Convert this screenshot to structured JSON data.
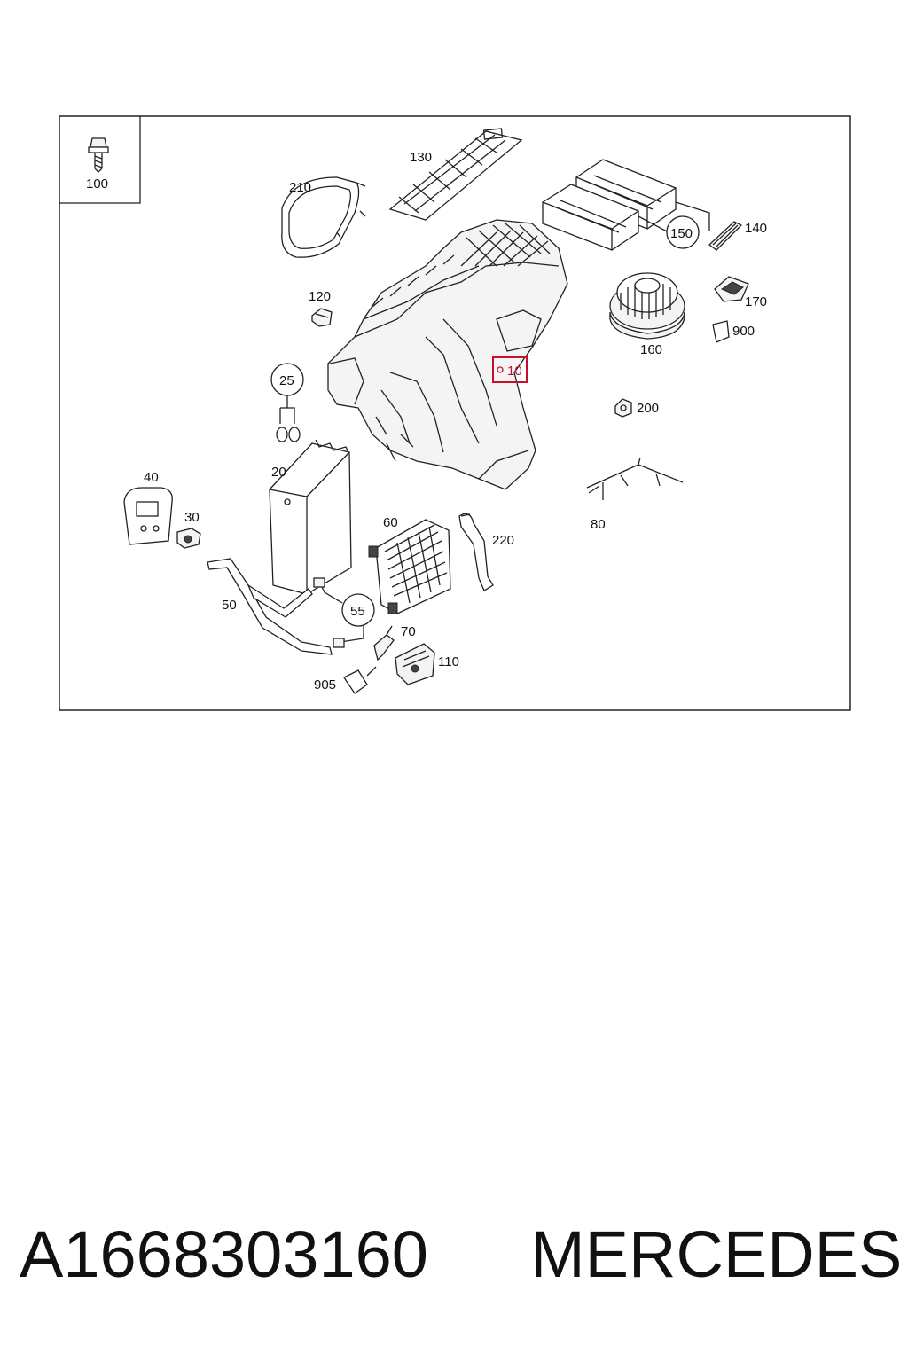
{
  "diagram": {
    "callouts": [
      {
        "id": "p100",
        "label": "100"
      },
      {
        "id": "p130",
        "label": "130"
      },
      {
        "id": "p210",
        "label": "210"
      },
      {
        "id": "p150",
        "label": "150"
      },
      {
        "id": "p140",
        "label": "140"
      },
      {
        "id": "p120",
        "label": "120"
      },
      {
        "id": "p170",
        "label": "170"
      },
      {
        "id": "p900",
        "label": "900"
      },
      {
        "id": "p160",
        "label": "160"
      },
      {
        "id": "p10",
        "label": "10"
      },
      {
        "id": "p25",
        "label": "25"
      },
      {
        "id": "p200",
        "label": "200"
      },
      {
        "id": "p20",
        "label": "20"
      },
      {
        "id": "p40",
        "label": "40"
      },
      {
        "id": "p30",
        "label": "30"
      },
      {
        "id": "p60",
        "label": "60"
      },
      {
        "id": "p220",
        "label": "220"
      },
      {
        "id": "p80",
        "label": "80"
      },
      {
        "id": "p50",
        "label": "50"
      },
      {
        "id": "p55",
        "label": "55"
      },
      {
        "id": "p70",
        "label": "70"
      },
      {
        "id": "p110",
        "label": "110"
      },
      {
        "id": "p905",
        "label": "905"
      }
    ],
    "highlighted_part": "10",
    "colors": {
      "highlight": "#c8102e",
      "line": "#222222"
    }
  },
  "footer": {
    "part_number": "A1668303160",
    "brand": "MERCEDES"
  }
}
